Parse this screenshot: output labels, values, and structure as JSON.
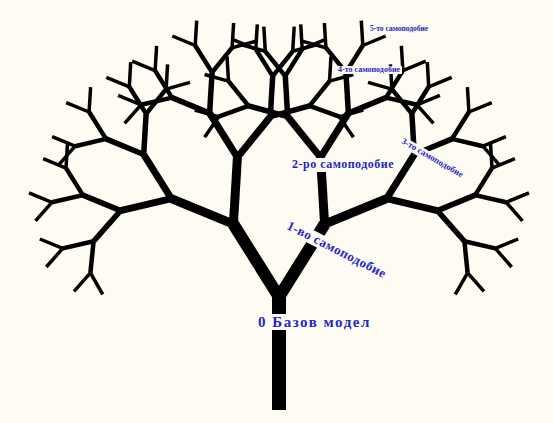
{
  "diagram": {
    "labels": [
      "0 Базов модел",
      "1-во самоподобие",
      "2-ро самоподобие",
      "3-то самоподобие",
      "4-то самоподобие",
      "5-то самоподобие"
    ]
  }
}
